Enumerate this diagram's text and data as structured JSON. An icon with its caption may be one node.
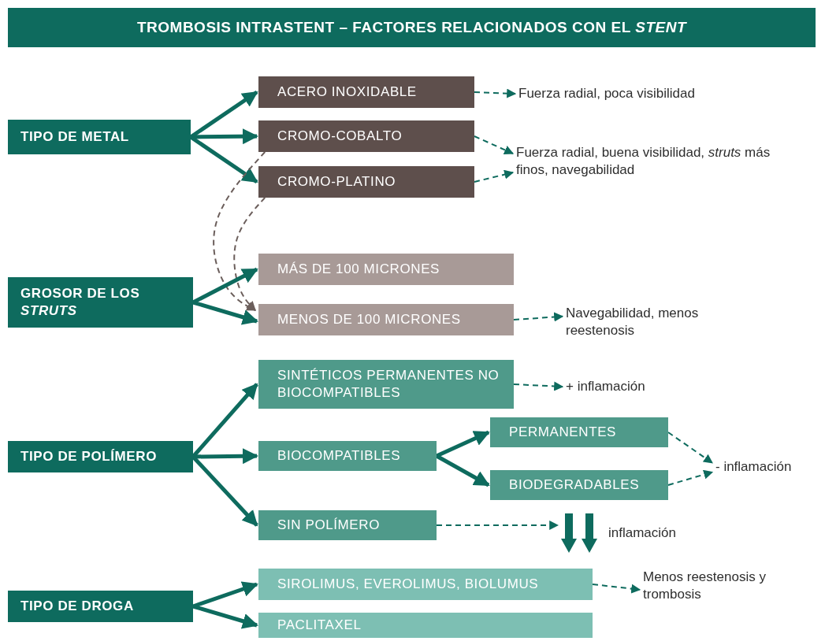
{
  "diagram": {
    "title": "TROMBOSIS INTRASTENT – FACTORES RELACIONADOS CON EL *STENT*",
    "nodes": [
      {
        "text": [
          "TIPO DE METAL"
        ]
      },
      {
        "text": [
          "ACERO INOXIDABLE"
        ]
      },
      {
        "text": [
          "CROMO-COBALTO"
        ]
      },
      {
        "text": [
          "CROMO-PLATINO"
        ]
      },
      {
        "text": [
          "Fuerza radial, poca visibilidad"
        ]
      },
      {
        "text": [
          "Fuerza radial, buena visibilidad, *struts* más finos, navegabilidad"
        ]
      },
      {
        "text": [
          "GROSOR DE LOS *STRUTS*"
        ]
      },
      {
        "text": [
          "MÁS DE 100 MICRONES"
        ]
      },
      {
        "text": [
          "MENOS DE 100 MICRONES"
        ]
      },
      {
        "text": [
          "Navegabilidad, menos reestenosis"
        ]
      },
      {
        "text": [
          "TIPO DE POLÍMERO"
        ]
      },
      {
        "text": [
          "SINTÉTICOS PERMANENTES NO BIOCOMPATIBLES"
        ]
      },
      {
        "text": [
          "BIOCOMPATIBLES"
        ]
      },
      {
        "text": [
          "PERMANENTES"
        ]
      },
      {
        "text": [
          "BIODEGRADABLES"
        ]
      },
      {
        "text": [
          "+ inflamación"
        ]
      },
      {
        "text": [
          "- inflamación"
        ]
      },
      {
        "text": [
          "SIN POLÍMERO"
        ]
      },
      {
        "text": [
          "inflamación"
        ]
      },
      {
        "text": [
          "TIPO DE DROGA"
        ]
      },
      {
        "text": [
          "SIROLIMUS, EVEROLIMUS, BIOLUMUS"
        ]
      },
      {
        "text": [
          "PACLITAXEL"
        ]
      },
      {
        "text": [
          "Menos reestenosis y trombosis"
        ]
      }
    ],
    "edges": [
      {
        "from": 0,
        "to": 1,
        "arrow": "to"
      },
      {
        "from": 0,
        "to": 2,
        "arrow": "to"
      },
      {
        "from": 0,
        "to": 3,
        "arrow": "to"
      },
      {
        "from": 1,
        "to": 4,
        "arrow": "to",
        "style": "dashed"
      },
      {
        "from": 2,
        "to": 5,
        "arrow": "to",
        "style": "dashed"
      },
      {
        "from": 3,
        "to": 5,
        "arrow": "to",
        "style": "dashed"
      },
      {
        "from": 2,
        "to": 8,
        "arrow": "to",
        "style": "dashed",
        "color": "#6b5e5b"
      },
      {
        "from": 3,
        "to": 8,
        "arrow": "to",
        "style": "dashed",
        "color": "#6b5e5b"
      },
      {
        "from": 6,
        "to": 7,
        "arrow": "to"
      },
      {
        "from": 6,
        "to": 8,
        "arrow": "to"
      },
      {
        "from": 8,
        "to": 9,
        "arrow": "to",
        "style": "dashed"
      },
      {
        "from": 10,
        "to": 11,
        "arrow": "to"
      },
      {
        "from": 10,
        "to": 12,
        "arrow": "to"
      },
      {
        "from": 10,
        "to": 17,
        "arrow": "to"
      },
      {
        "from": 11,
        "to": 15,
        "arrow": "to",
        "style": "dashed"
      },
      {
        "from": 12,
        "to": 13,
        "arrow": "to"
      },
      {
        "from": 12,
        "to": 14,
        "arrow": "to"
      },
      {
        "from": 13,
        "to": 16,
        "arrow": "to",
        "style": "dashed"
      },
      {
        "from": 14,
        "to": 16,
        "arrow": "to",
        "style": "dashed"
      },
      {
        "from": 17,
        "to": 18,
        "arrow": "to",
        "style": "dashed"
      },
      {
        "from": 20,
        "to": 22,
        "arrow": "to",
        "style": "dashed"
      },
      {
        "from": 19,
        "to": 20,
        "arrow": "to"
      },
      {
        "from": 19,
        "to": 21,
        "arrow": "to"
      }
    ]
  }
}
